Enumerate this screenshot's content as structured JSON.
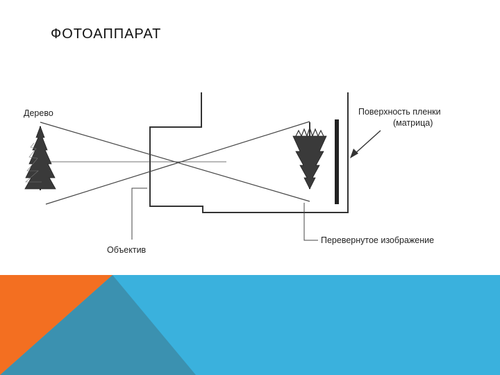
{
  "slide": {
    "title": "ФОТОАППАРАТ"
  },
  "diagram": {
    "labels": {
      "tree": "Дерево",
      "film_line1": "Поверхность пленки",
      "film_line2": "(матрица)",
      "lens": "Объектив",
      "inverted_image": "Перевернутое изображение"
    }
  },
  "colors": {
    "ink": "#222222",
    "footer_orange": "#f36f21",
    "footer_teal": "#3b91b0",
    "footer_blue": "#3ab1dd"
  }
}
